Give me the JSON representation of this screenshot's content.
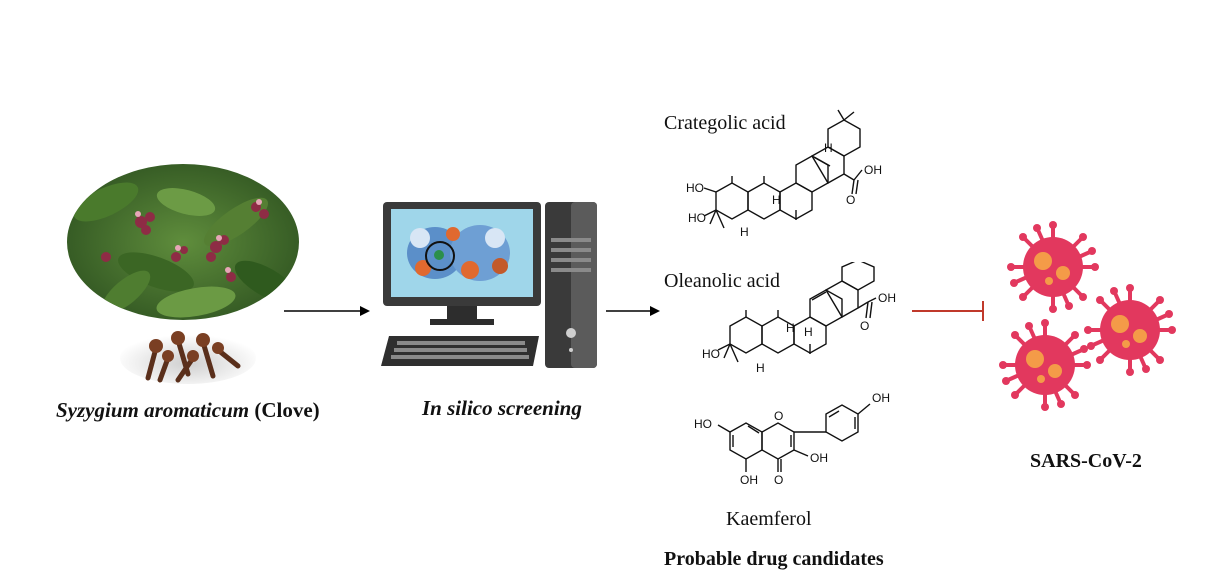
{
  "source": {
    "caption_italic": "Syzygium aromaticum",
    "caption_plain": " (Clove)"
  },
  "screening": {
    "caption": "In silico screening"
  },
  "compounds": [
    {
      "name": "Crategolic acid"
    },
    {
      "name": "Oleanolic acid"
    },
    {
      "name": "Kaemferol"
    }
  ],
  "atoms": {
    "HO": "HO",
    "OH": "OH",
    "H": "H",
    "O": "O"
  },
  "candidates_caption": "Probable drug candidates",
  "target": {
    "label": "SARS-CoV-2"
  },
  "colors": {
    "inhibit_line": "#c0392b",
    "virus_body": "#e2385e",
    "virus_spot": "#f6a646",
    "leaf": "#3f6f2a",
    "clove": "#6b3a22"
  }
}
